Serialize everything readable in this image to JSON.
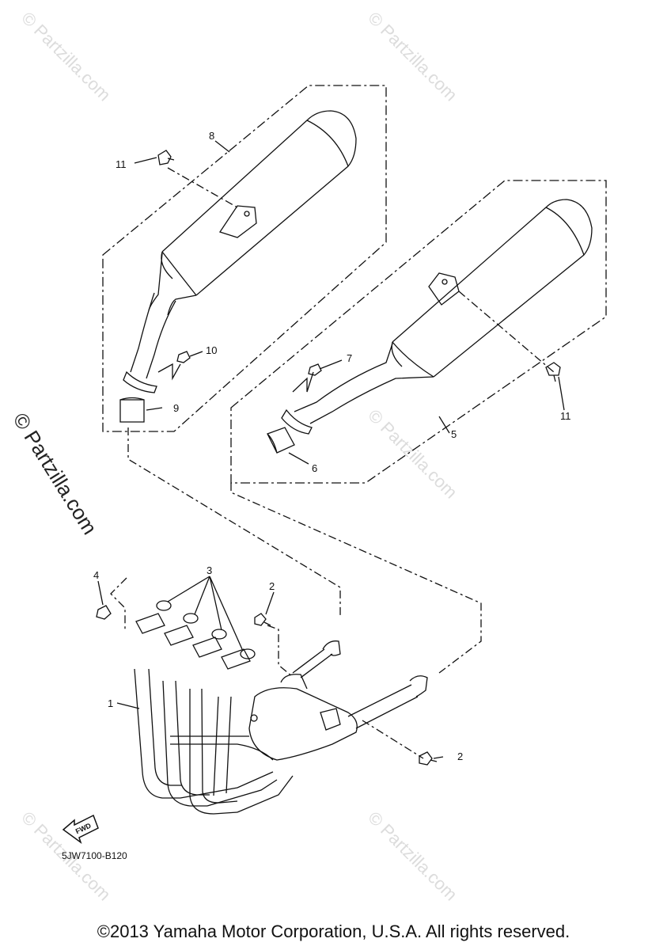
{
  "watermark": "© Partzilla.com",
  "diagram_code": "5JW7100-B120",
  "copyright": "©2013 Yamaha Motor Corporation, U.S.A. All rights reserved.",
  "fwd_label": "FWD",
  "callouts": {
    "c1": "1",
    "c2a": "2",
    "c2b": "2",
    "c3": "3",
    "c4": "4",
    "c5": "5",
    "c6": "6",
    "c7": "7",
    "c8": "8",
    "c9": "9",
    "c10": "10",
    "c11a": "11",
    "c11b": "11"
  },
  "colors": {
    "line": "#111111",
    "watermark": "#dcdcdc"
  }
}
